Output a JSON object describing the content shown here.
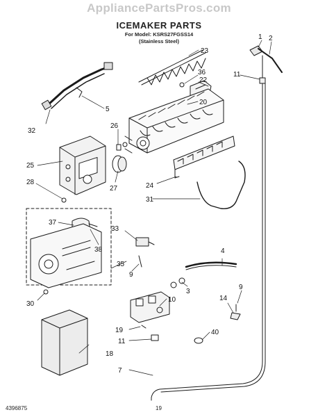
{
  "watermark": "AppliancePartsPros.com",
  "title": "ICEMAKER PARTS",
  "subtitle_model": "For Model: KSRS27FGSS14",
  "subtitle_finish": "(Stainless Steel)",
  "footer_code": "4396875",
  "footer_page": "19",
  "callouts": {
    "c1": "1",
    "c2": "2",
    "c23": "23",
    "c36": "36",
    "c22": "22",
    "c11a": "11",
    "c5": "5",
    "c20": "20",
    "c32": "32",
    "c26": "26",
    "c25": "25",
    "c28": "28",
    "c27": "27",
    "c24": "24",
    "c31": "31",
    "c37": "37",
    "c33": "33",
    "c38": "38",
    "c35": "35",
    "c9a": "9",
    "c4": "4",
    "c3": "3",
    "c9b": "9",
    "c30": "30",
    "c14": "14",
    "c10": "10",
    "c19": "19",
    "c11b": "11",
    "c40": "40",
    "c18": "18",
    "c7": "7"
  }
}
